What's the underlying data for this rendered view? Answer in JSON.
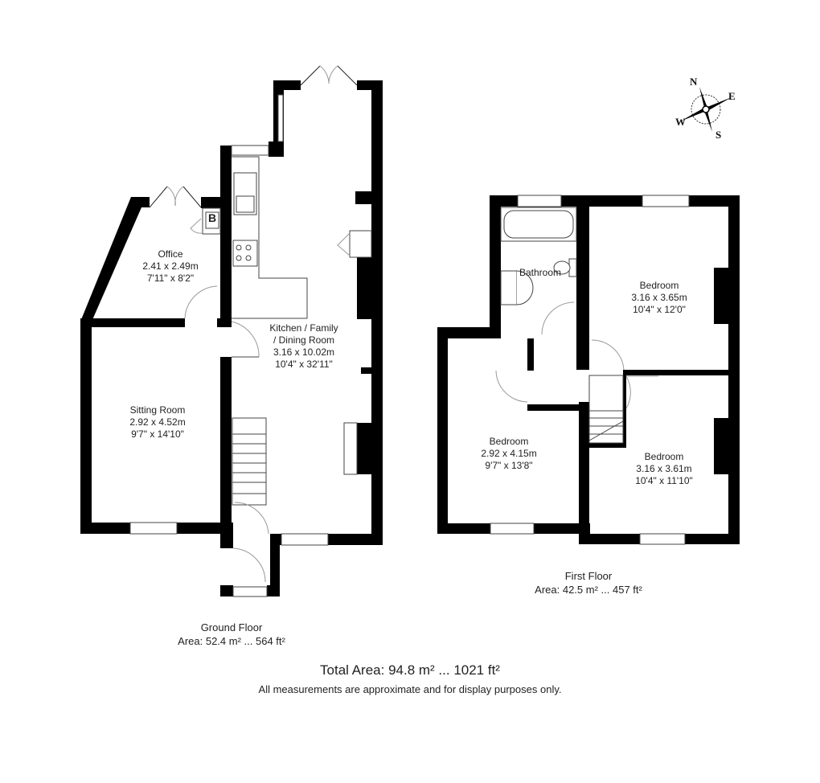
{
  "ground_floor": {
    "title": "Ground Floor",
    "area": "Area: 52.4 m² ... 564 ft²",
    "rooms": [
      {
        "name": "Office",
        "metric": "2.41 x 2.49m",
        "imperial": "7'11\" x 8'2\""
      },
      {
        "name": "Kitchen / Family",
        "name2": "/ Dining Room",
        "metric": "3.16 x 10.02m",
        "imperial": "10'4\" x 32'11\""
      },
      {
        "name": "Sitting Room",
        "metric": "2.92 x 4.52m",
        "imperial": "9'7\" x 14'10\""
      }
    ],
    "boiler_label": "B"
  },
  "first_floor": {
    "title": "First Floor",
    "area": "Area: 42.5 m² ... 457 ft²",
    "rooms": [
      {
        "name": "Bathroom"
      },
      {
        "name": "Bedroom",
        "metric": "3.16 x 3.65m",
        "imperial": "10'4\" x 12'0\""
      },
      {
        "name": "Bedroom",
        "metric": "2.92 x 4.15m",
        "imperial": "9'7\" x 13'8\""
      },
      {
        "name": "Bedroom",
        "metric": "3.16 x 3.61m",
        "imperial": "10'4\" x 11'10\""
      }
    ]
  },
  "totals": {
    "total_area": "Total Area: 94.8 m² ... 1021 ft²",
    "disclaimer": "All measurements are approximate and for display purposes only."
  },
  "compass": {
    "n": "N",
    "e": "E",
    "s": "S",
    "w": "W"
  },
  "colors": {
    "wall": "#000000",
    "background": "#ffffff",
    "line": "#444444"
  }
}
